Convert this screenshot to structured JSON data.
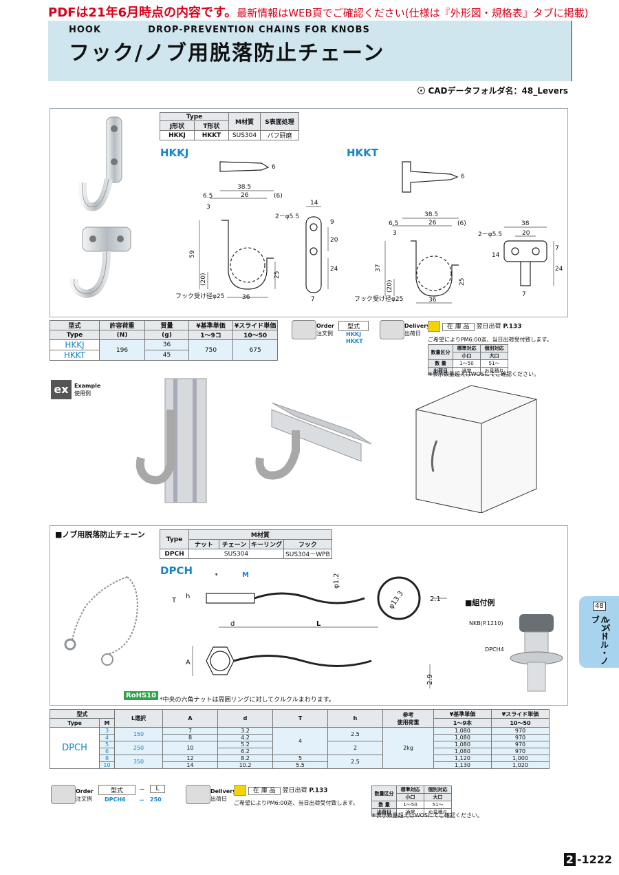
{
  "banner": {
    "lead": "PDFは21年6月時点の内容です。",
    "rest": "最新情報はWEB頁でご確認ください(仕様は『外形図・規格表』タブに掲載)"
  },
  "title": {
    "en_hook": "HOOK",
    "en_chains": "DROP-PREVENTION CHAINS FOR KNOBS",
    "jp": "フック/ノブ用脱落防止チェーン"
  },
  "cad": "CADデータフォルダ名：48_Levers",
  "hook_spec": {
    "type_label": "Type",
    "j_label": "J形状",
    "t_label": "T形状",
    "material_label": "M材質",
    "surface_label": "S表面処理",
    "j_code": "HKKJ",
    "t_code": "HKKT",
    "material": "SUS304",
    "surface": "バフ研磨"
  },
  "hkkj": {
    "label": "HKKJ",
    "d1": "38.5",
    "d2": "6.5",
    "d3": "26",
    "d4": "(6)",
    "d5": "3",
    "d6": "59",
    "d7": "(20)",
    "d8": "25",
    "d9": "36",
    "d10": "フック受け径φ25",
    "d11": "14",
    "d12": "2－φ5.5",
    "d13": "9",
    "d14": "20",
    "d15": "24",
    "d16": "7",
    "d17": "6"
  },
  "hkkt": {
    "label": "HKKT",
    "d1": "38.5",
    "d2": "6.5",
    "d3": "26",
    "d4": "(6)",
    "d5": "3",
    "d6": "37",
    "d7": "(20)",
    "d8": "25",
    "d9": "36",
    "d10": "フック受け径φ25",
    "d11": "38",
    "d12": "2－φ5.5",
    "d13": "20",
    "d14": "14",
    "d15": "7",
    "d16": "24",
    "d17": "7",
    "d18": "6"
  },
  "price_table": {
    "h_type_jp": "型式",
    "h_type_en": "Type",
    "h_load_jp": "許容荷重",
    "h_load_en": "(N)",
    "h_mass_jp": "質量",
    "h_mass_en": "(g)",
    "h_base_jp": "¥基準単価",
    "h_base_en": "1～9コ",
    "h_slide_jp": "¥スライド単価",
    "h_slide_en": "10～50",
    "r1_type": "HKKJ",
    "r2_type": "HKKT",
    "load": "196",
    "r1_mass": "36",
    "r2_mass": "45",
    "base": "750",
    "slide": "675"
  },
  "order1": {
    "label_en": "Order",
    "label_jp": "注文例",
    "head": "型式",
    "v1": "HKKJ",
    "v2": "HKKT"
  },
  "delivery1": {
    "label_en": "Delivery",
    "label_jp": "出荷日",
    "stock": "在 庫 品",
    "next_day": "翌日出荷",
    "page": "P.133",
    "note": "ご希望によりPM6:00迄、当日出荷受付致します。",
    "h1": "数量区分",
    "h2": "標準対応",
    "h3": "個別対応",
    "h2b": "小口",
    "h3b": "大口",
    "r1": "数 量",
    "r1a": "1～50",
    "r1b": "51～",
    "r2": "出荷日",
    "r2a": "通常",
    "r2b": "お見積り",
    "foot": "※表示数量超えはWOSにてご確認ください。"
  },
  "example": {
    "label_en": "Example",
    "label_jp": "使用例"
  },
  "chain_section": {
    "title": "■ノブ用脱落防止チェーン",
    "type_label": "Type",
    "material_label": "M材質",
    "c1": "ナット",
    "c2": "チェーン",
    "c3": "キーリング",
    "c4": "フック",
    "code": "DPCH",
    "mat1": "SUS304",
    "mat2": "SUS304－WPB",
    "drawing_label": "DPCH",
    "star": "*",
    "m": "M",
    "phi12": "φ1.2",
    "phi133": "φ13.3",
    "d21": "2.1",
    "T": "T",
    "h": "h",
    "d": "d",
    "L": "L",
    "A": "A",
    "d29": "2.9",
    "assembly": "■組付例",
    "nkb": "NKB(P.1210)",
    "dpch4": "DPCH4",
    "note": "*中央の六角ナットは周囲リングに対してクルクルまわります。",
    "rohs": "RoHS10"
  },
  "dpch_table": {
    "h_type_jp": "型式",
    "h_type_en": "Type",
    "h_m": "M",
    "h_l": "L選択",
    "h_a": "A",
    "h_d": "d",
    "h_t": "T",
    "h_h": "h",
    "h_ref_jp": "参考",
    "h_ref_jp2": "使用荷重",
    "h_base_jp": "¥基準単価",
    "h_base_en": "1～9本",
    "h_slide_jp": "¥スライド単価",
    "h_slide_en": "10～50",
    "type": "DPCH",
    "load": "2kg",
    "rows": [
      {
        "m": "3",
        "a": "7",
        "d": "3.2",
        "base": "1,080",
        "slide": "970"
      },
      {
        "m": "4",
        "a": "8",
        "d": "4.2",
        "base": "1,080",
        "slide": "970"
      },
      {
        "m": "5",
        "a": "10",
        "d": "5.2",
        "base": "1,080",
        "slide": "970"
      },
      {
        "m": "6",
        "a": "",
        "d": "6.2",
        "base": "1,080",
        "slide": "970"
      },
      {
        "m": "8",
        "a": "12",
        "d": "8.2",
        "base": "1,120",
        "slide": "1,000"
      },
      {
        "m": "10",
        "a": "14",
        "d": "10.2",
        "base": "1,130",
        "slide": "1,020"
      }
    ],
    "l150": "150",
    "l250": "250",
    "l350": "350",
    "t4": "4",
    "t5": "5",
    "t55": "5.5",
    "h25a": "2.5",
    "h2": "2",
    "h25b": "2.5"
  },
  "order2": {
    "label_en": "Order",
    "label_jp": "注文例",
    "head": "型式",
    "dash": "－",
    "l": "L",
    "v1": "DPCH6",
    "v2": "250"
  },
  "sidetab": {
    "num": "48",
    "line1": "レバー",
    "line2": "ハンドル・ノブ"
  },
  "page": {
    "box": "2",
    "num": "-1222"
  }
}
